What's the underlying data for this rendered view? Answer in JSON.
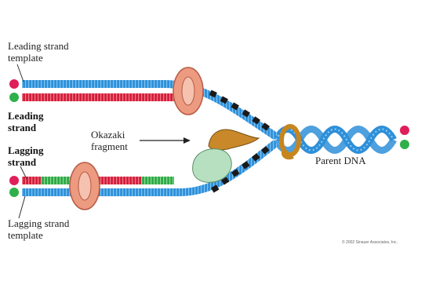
{
  "labels": {
    "leading_template": [
      "Leading strand",
      "template"
    ],
    "leading_strand": [
      "Leading",
      "strand"
    ],
    "lagging_strand": [
      "Lagging",
      "strand"
    ],
    "okazaki": [
      "Okazaki",
      "fragment"
    ],
    "parent_dna": "Parent DNA",
    "lagging_template": [
      "Lagging strand",
      "template"
    ],
    "copyright": "© 2002 Sinauer Associates, Inc."
  },
  "colors": {
    "template_blue": "#2f8fd8",
    "new_red": "#d21f3c",
    "okazaki_green": "#2fa84a",
    "clamp": "#ec9a80",
    "primase": "#c9892a",
    "helicase": "#c7851e",
    "polymerase": "#b7e0c0",
    "ssb": "#1a1a1a",
    "end_pink": "#e01e5a",
    "end_green": "#2fb04a"
  },
  "icons": {
    "end_marker_top": "circle",
    "end_marker_bottom": "circle",
    "arrow": "arrow-right"
  }
}
